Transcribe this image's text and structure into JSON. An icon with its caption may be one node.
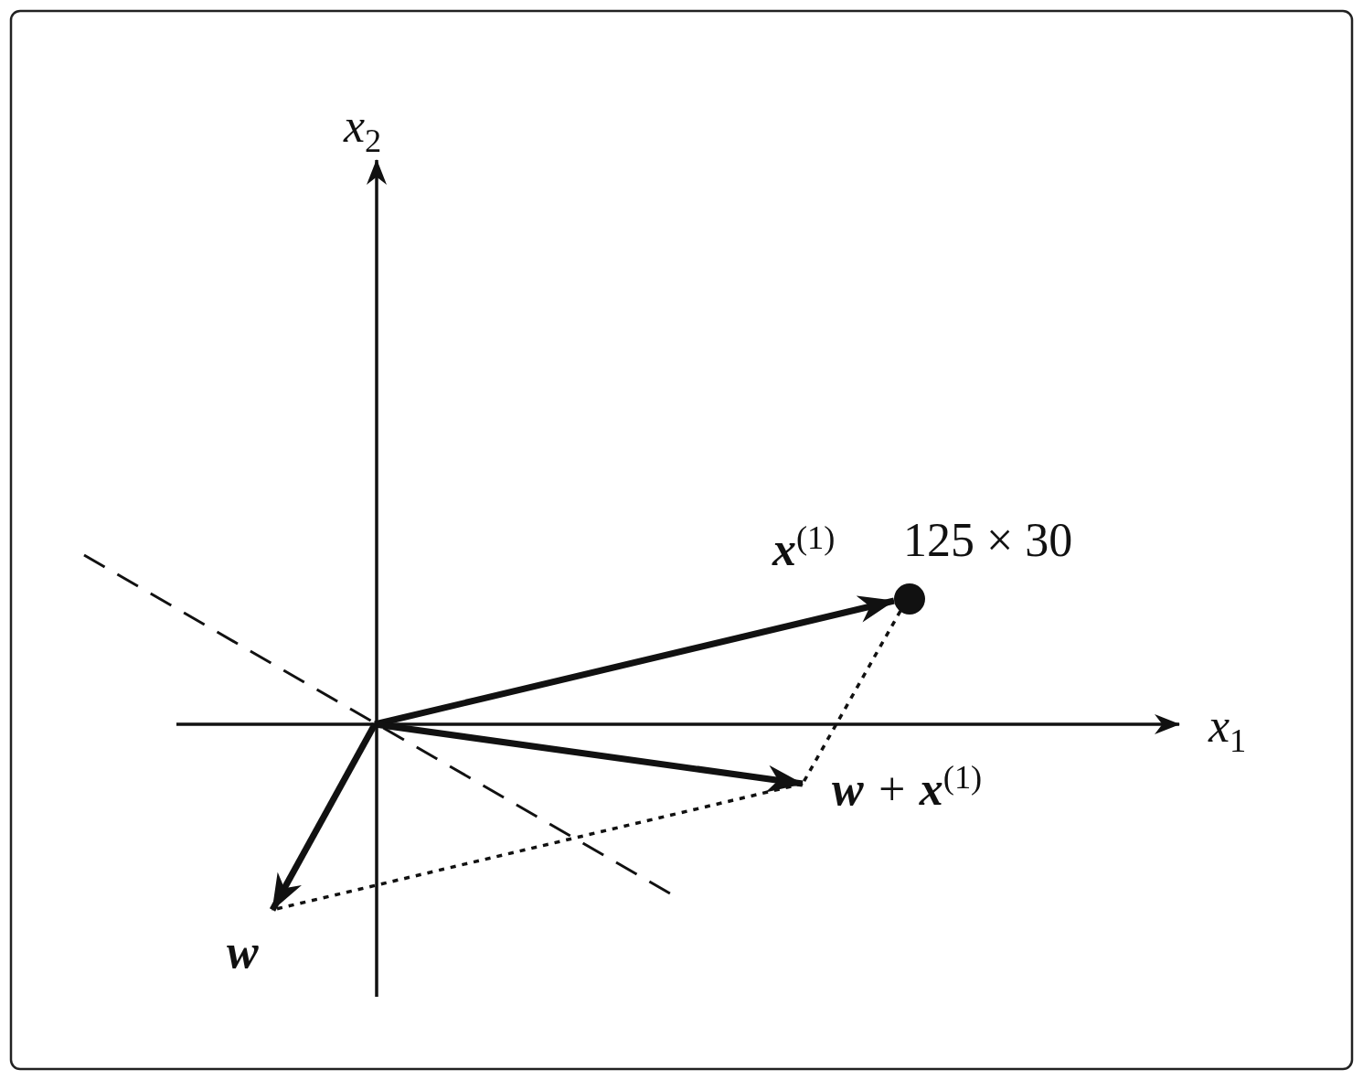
{
  "diagram": {
    "nodes": [
      {
        "text": [
          "**x**$^{(1)}$"
        ]
      },
      {
        "text": [
          "**w** + **x**$^{(1)}$"
        ]
      },
      {
        "text": [
          "**w**"
        ]
      }
    ],
    "edges": [
      {
        "from": null,
        "to": 0,
        "arrow": "to"
      },
      {
        "from": null,
        "to": 1,
        "arrow": "to"
      },
      {
        "from": null,
        "to": 2,
        "arrow": "to"
      },
      {
        "from": 0,
        "to": 1,
        "arrow": "none",
        "style": "dashed"
      },
      {
        "from": 1,
        "to": 2,
        "arrow": "none",
        "style": "dashed"
      }
    ],
    "labels": [
      "*x*$_{2}$",
      "125 × 30",
      "*x*$_{1}$"
    ]
  }
}
